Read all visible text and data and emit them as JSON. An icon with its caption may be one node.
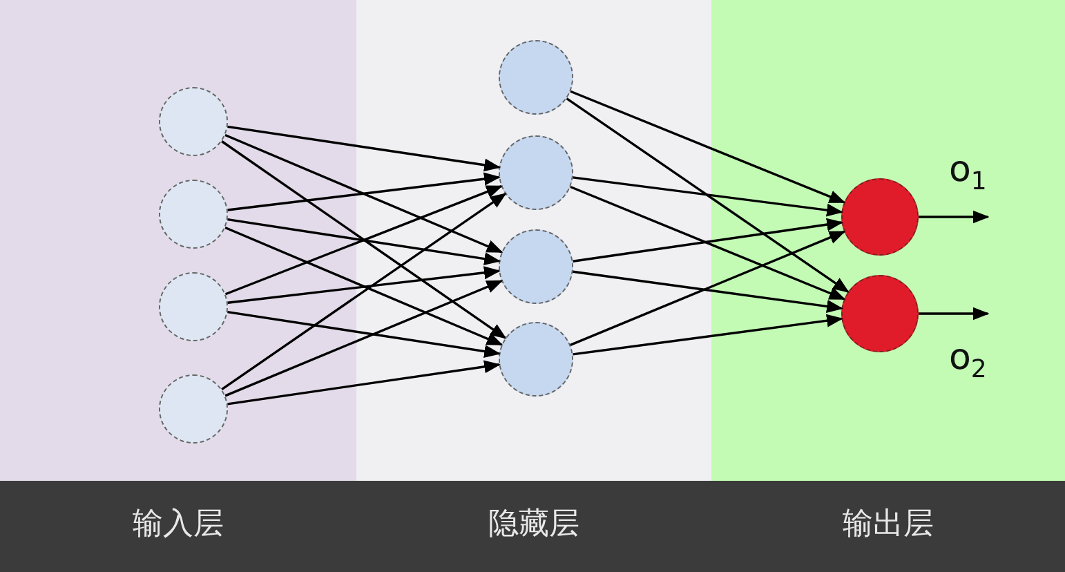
{
  "diagram": {
    "nodes": [
      {
        "text": [
          "输入层"
        ]
      },
      {
        "text": [
          "隐藏层"
        ]
      },
      {
        "text": [
          "输出层"
        ]
      },
      {
        "text": [],
        "shape": "circle",
        "in": 0
      },
      {
        "text": [],
        "shape": "circle",
        "in": 0
      },
      {
        "text": [],
        "shape": "circle",
        "in": 0
      },
      {
        "text": [],
        "shape": "circle",
        "in": 0
      },
      {
        "text": [],
        "shape": "circle",
        "in": 1
      },
      {
        "text": [],
        "shape": "circle",
        "in": 1
      },
      {
        "text": [],
        "shape": "circle",
        "in": 1
      },
      {
        "text": [],
        "shape": "circle",
        "in": 1
      },
      {
        "text": [],
        "shape": "circle",
        "in": 2
      },
      {
        "text": [],
        "shape": "circle",
        "in": 2
      }
    ],
    "edges": [
      {
        "from": 3,
        "to": 8,
        "arrow": "to"
      },
      {
        "from": 3,
        "to": 9,
        "arrow": "to"
      },
      {
        "from": 3,
        "to": 10,
        "arrow": "to"
      },
      {
        "from": 4,
        "to": 8,
        "arrow": "to"
      },
      {
        "from": 4,
        "to": 9,
        "arrow": "to"
      },
      {
        "from": 4,
        "to": 10,
        "arrow": "to"
      },
      {
        "from": 5,
        "to": 8,
        "arrow": "to"
      },
      {
        "from": 5,
        "to": 9,
        "arrow": "to"
      },
      {
        "from": 5,
        "to": 10,
        "arrow": "to"
      },
      {
        "from": 6,
        "to": 8,
        "arrow": "to"
      },
      {
        "from": 6,
        "to": 9,
        "arrow": "to"
      },
      {
        "from": 6,
        "to": 10,
        "arrow": "to"
      },
      {
        "from": 7,
        "to": 11,
        "arrow": "to"
      },
      {
        "from": 7,
        "to": 12,
        "arrow": "to"
      },
      {
        "from": 8,
        "to": 11,
        "arrow": "to"
      },
      {
        "from": 8,
        "to": 12,
        "arrow": "to"
      },
      {
        "from": 9,
        "to": 11,
        "arrow": "to"
      },
      {
        "from": 9,
        "to": 12,
        "arrow": "to"
      },
      {
        "from": 10,
        "to": 11,
        "arrow": "to"
      },
      {
        "from": 10,
        "to": 12,
        "arrow": "to"
      },
      {
        "from": 11,
        "to": null,
        "label": "o$_{1}$",
        "arrow": "to"
      },
      {
        "from": 12,
        "to": null,
        "label": "o$_{2}$",
        "arrow": "to"
      }
    ]
  }
}
